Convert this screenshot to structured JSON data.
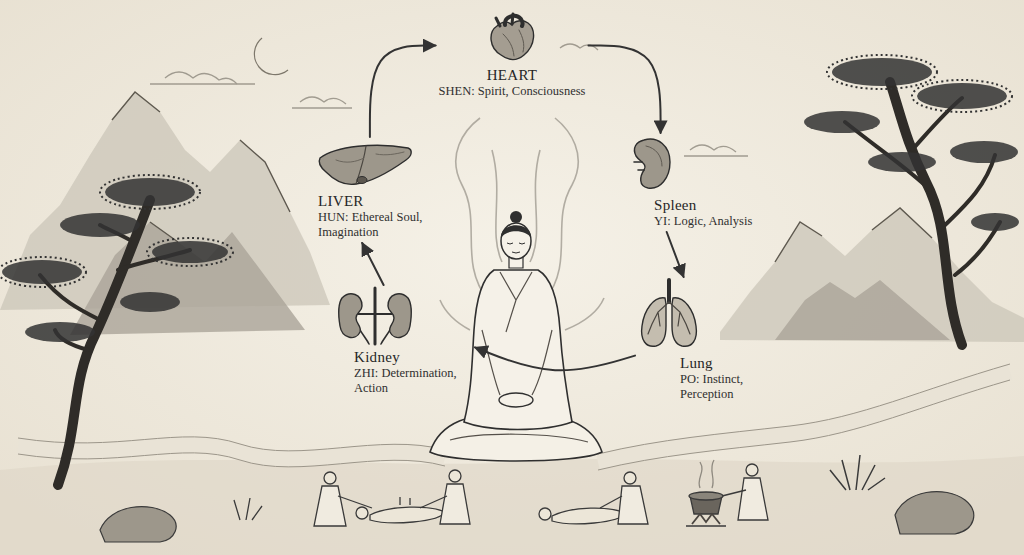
{
  "diagram": {
    "nodes": [
      {
        "text": [
          "HEART",
          "SHEN: Spirit, Consciousness"
        ]
      },
      {
        "text": [
          "LIVER",
          "HUN: Ethereal Soul, Imagination"
        ]
      },
      {
        "text": [
          "Spleen",
          "YI: Logic, Analysis"
        ]
      },
      {
        "text": [
          "Kidney",
          "ZHI: Determination, Action"
        ]
      },
      {
        "text": [
          "Lung",
          "PO: Instinct, Perception"
        ]
      }
    ],
    "edges": [
      {
        "from": 0,
        "to": 2,
        "arrow": "to"
      },
      {
        "from": 2,
        "to": 4,
        "arrow": "to"
      },
      {
        "from": 4,
        "to": 3,
        "arrow": "to"
      },
      {
        "from": 3,
        "to": 1,
        "arrow": "to"
      },
      {
        "from": 1,
        "to": 0,
        "arrow": "to"
      }
    ]
  }
}
